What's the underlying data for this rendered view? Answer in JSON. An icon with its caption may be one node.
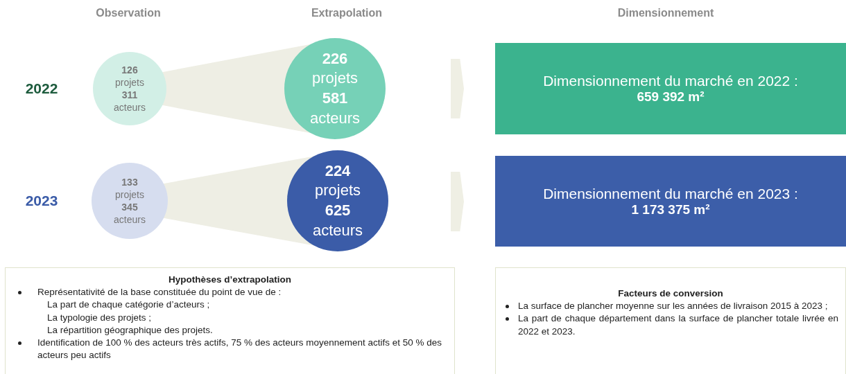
{
  "diagram": {
    "nodes": [
      {
        "text": [
          "126",
          "projets",
          "311",
          "acteurs"
        ]
      },
      {
        "text": [
          "226",
          "projets",
          "581",
          "acteurs"
        ]
      },
      {
        "text": [],
        "shape": "chevron"
      },
      {
        "text": [
          "Dimensionnement du marché en 2022 :",
          "659 392 m²"
        ]
      },
      {
        "text": [
          "133",
          "projets",
          "345",
          "acteurs"
        ]
      },
      {
        "text": [
          "224",
          "projets",
          "625",
          "acteurs"
        ]
      },
      {
        "text": [],
        "shape": "chevron"
      },
      {
        "text": [
          "Dimensionnement du marché en 2023 :",
          "1 173 375 m²"
        ]
      },
      {
        "text": [
          "Hypothèses d’extrapolation",
          "Représentativité de la base constituée du point de vue de :",
          "La part de chaque catégorie d’acteurs ;",
          "La typologie des projets ;",
          "La répartition géographique des projets.",
          "Identification de 100 % des acteurs très actifs, 75 % des acteurs moyennement actifs et 50 % des acteurs peu actifs"
        ]
      },
      {
        "text": [
          "Facteurs de conversion",
          "La surface de plancher moyenne sur les années de livraison 2015 à 2023 ;",
          "La part de chaque département dans la surface de plancher totale livrée en 2022 et 2023."
        ]
      }
    ],
    "edges": [
      {
        "from": 0,
        "to": 1,
        "arrow": "none",
        "style": "thick"
      },
      {
        "from": 4,
        "to": 5,
        "arrow": "none",
        "style": "thick"
      }
    ],
    "labels": [
      "Observation",
      "Extrapolation",
      "Dimensionnement",
      "2022",
      "2023"
    ]
  }
}
